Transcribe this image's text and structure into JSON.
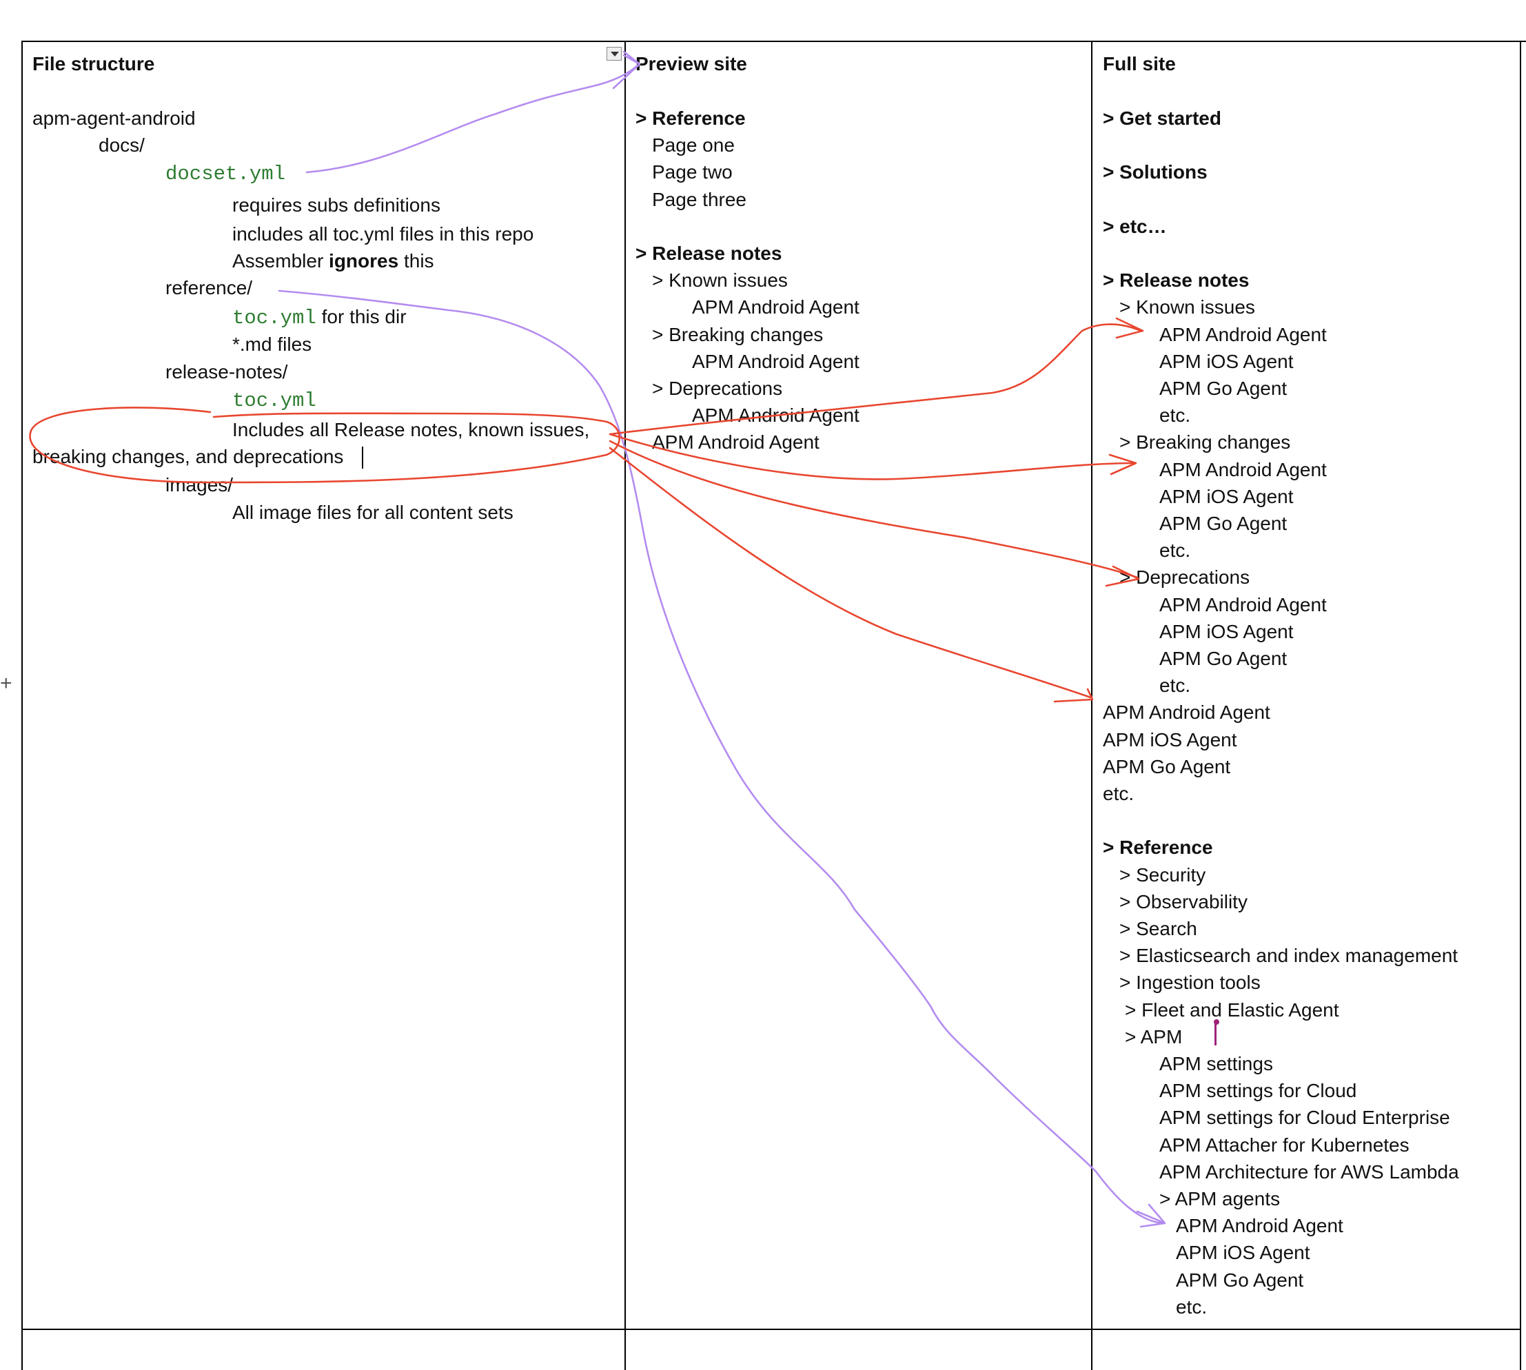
{
  "columns": {
    "file_structure": {
      "header": "File structure",
      "lines": {
        "root": "apm-agent-android",
        "docs": "docs/",
        "docset": "docset.yml",
        "req_subs": "requires subs definitions",
        "includes_toc": "includes all toc.yml files in this repo",
        "assembler_pre": "Assembler ",
        "assembler_bold": "ignores",
        "assembler_post": " this",
        "reference": "reference/",
        "toc1": "toc.yml",
        "toc1_post": " for this dir",
        "md_files": "*.md files",
        "release_notes": "release-notes/",
        "toc2": "toc.yml",
        "includes_rn_1": "Includes all Release notes, known issues,",
        "includes_rn_2": "breaking changes, and deprecations",
        "images": "images/",
        "all_images": "All image files for all content sets"
      }
    },
    "preview_site": {
      "header": "Preview site",
      "lines": [
        {
          "text": "> Reference",
          "bold": true,
          "indent": 0,
          "row": 0
        },
        {
          "text": "Page one",
          "bold": false,
          "indent": 1,
          "row": 1
        },
        {
          "text": "Page two",
          "bold": false,
          "indent": 1,
          "row": 2
        },
        {
          "text": "Page three",
          "bold": false,
          "indent": 1,
          "row": 3
        },
        {
          "text": "> Release notes",
          "bold": true,
          "indent": 0,
          "row": 5
        },
        {
          "text": "> Known issues",
          "bold": false,
          "indent": 1,
          "row": 6
        },
        {
          "text": "APM Android Agent",
          "bold": false,
          "indent": 2,
          "row": 7
        },
        {
          "text": "> Breaking changes",
          "bold": false,
          "indent": 1,
          "row": 8
        },
        {
          "text": "APM Android Agent",
          "bold": false,
          "indent": 2,
          "row": 9
        },
        {
          "text": "> Deprecations",
          "bold": false,
          "indent": 1,
          "row": 10
        },
        {
          "text": "APM Android Agent",
          "bold": false,
          "indent": 2,
          "row": 11
        },
        {
          "text": "APM Android Agent",
          "bold": false,
          "indent": 1,
          "row": 12
        }
      ]
    },
    "full_site": {
      "header": "Full site",
      "lines": [
        {
          "text": "> Get started",
          "bold": true,
          "indent": 0,
          "row": 0
        },
        {
          "text": "> Solutions",
          "bold": true,
          "indent": 0,
          "row": 2
        },
        {
          "text": "> etc…",
          "bold": true,
          "indent": 0,
          "row": 4
        },
        {
          "text": "> Release notes",
          "bold": true,
          "indent": 0,
          "row": 6
        },
        {
          "text": "> Known issues",
          "bold": false,
          "indent": 1,
          "row": 7
        },
        {
          "text": "APM Android Agent",
          "bold": false,
          "indent": 3,
          "row": 8
        },
        {
          "text": "APM iOS Agent",
          "bold": false,
          "indent": 3,
          "row": 9
        },
        {
          "text": "APM Go Agent",
          "bold": false,
          "indent": 3,
          "row": 10
        },
        {
          "text": "etc.",
          "bold": false,
          "indent": 3,
          "row": 11
        },
        {
          "text": "> Breaking changes",
          "bold": false,
          "indent": 1,
          "row": 12
        },
        {
          "text": "APM Android Agent",
          "bold": false,
          "indent": 3,
          "row": 13
        },
        {
          "text": "APM iOS Agent",
          "bold": false,
          "indent": 3,
          "row": 14
        },
        {
          "text": "APM Go Agent",
          "bold": false,
          "indent": 3,
          "row": 15
        },
        {
          "text": "etc.",
          "bold": false,
          "indent": 3,
          "row": 16
        },
        {
          "text": "> Deprecations",
          "bold": false,
          "indent": 1,
          "row": 17
        },
        {
          "text": "APM Android Agent",
          "bold": false,
          "indent": 3,
          "row": 18
        },
        {
          "text": "APM iOS Agent",
          "bold": false,
          "indent": 3,
          "row": 19
        },
        {
          "text": "APM Go Agent",
          "bold": false,
          "indent": 3,
          "row": 20
        },
        {
          "text": "etc.",
          "bold": false,
          "indent": 3,
          "row": 21
        },
        {
          "text": "APM Android Agent",
          "bold": false,
          "indent": 0,
          "row": 22
        },
        {
          "text": "APM iOS Agent",
          "bold": false,
          "indent": 0,
          "row": 23
        },
        {
          "text": "APM Go Agent",
          "bold": false,
          "indent": 0,
          "row": 24
        },
        {
          "text": "etc.",
          "bold": false,
          "indent": 0,
          "row": 25
        },
        {
          "text": "> Reference",
          "bold": true,
          "indent": 0,
          "row": 27
        },
        {
          "text": "> Security",
          "bold": false,
          "indent": 1,
          "row": 28
        },
        {
          "text": "> Observability",
          "bold": false,
          "indent": 1,
          "row": 29
        },
        {
          "text": "> Search",
          "bold": false,
          "indent": 1,
          "row": 30
        },
        {
          "text": "> Elasticsearch and index management",
          "bold": false,
          "indent": 1,
          "row": 31
        },
        {
          "text": "> Ingestion tools",
          "bold": false,
          "indent": 1,
          "row": 32
        },
        {
          "text": "> Fleet and Elastic Agent",
          "bold": false,
          "indent": 2,
          "row": 33
        },
        {
          "text": "> APM",
          "bold": false,
          "indent": 2,
          "row": 34
        },
        {
          "text": "APM settings",
          "bold": false,
          "indent": 3,
          "row": 35
        },
        {
          "text": "APM settings for Cloud",
          "bold": false,
          "indent": 3,
          "row": 36
        },
        {
          "text": "APM settings for Cloud Enterprise",
          "bold": false,
          "indent": 3,
          "row": 37
        },
        {
          "text": "APM Attacher for Kubernetes",
          "bold": false,
          "indent": 3,
          "row": 38
        },
        {
          "text": "APM Architecture for AWS Lambda",
          "bold": false,
          "indent": 3,
          "row": 39
        },
        {
          "text": "> APM agents",
          "bold": false,
          "indent": 3,
          "row": 40
        },
        {
          "text": "APM Android Agent",
          "bold": false,
          "indent": 4,
          "row": 41
        },
        {
          "text": "APM iOS Agent",
          "bold": false,
          "indent": 4,
          "row": 42
        },
        {
          "text": "APM Go Agent",
          "bold": false,
          "indent": 4,
          "row": 43
        },
        {
          "text": "etc.",
          "bold": false,
          "indent": 4,
          "row": 44
        }
      ]
    }
  },
  "annotation_colors": {
    "purple": "#b48cf0",
    "red": "#e8462f",
    "flag": "#a0237a",
    "code": "#2e7d32"
  }
}
